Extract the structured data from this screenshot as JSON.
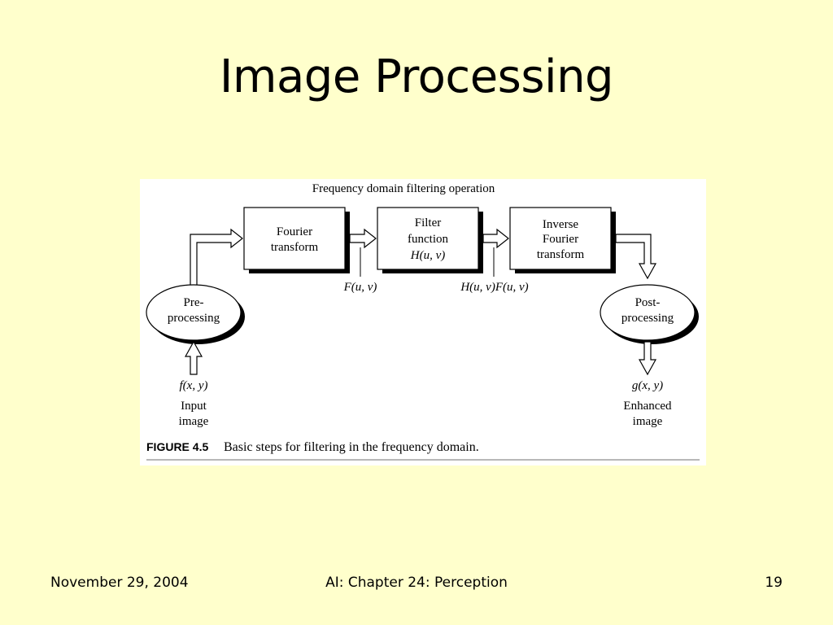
{
  "slide": {
    "title": "Image Processing"
  },
  "figure": {
    "header": "Frequency domain filtering operation",
    "blocks": {
      "fourier": [
        "Fourier",
        "transform"
      ],
      "filter": [
        "Filter",
        "function",
        "H(u, v)"
      ],
      "inverse": [
        "Inverse",
        "Fourier",
        "transform"
      ]
    },
    "nodes": {
      "pre": [
        "Pre-",
        "processing"
      ],
      "post": [
        "Post-",
        "processing"
      ]
    },
    "signals": {
      "f_uv": "F(u, v)",
      "hf_uv": "H(u, v)F(u, v)",
      "input_fn": "f(x, y)",
      "output_fn": "g(x, y)"
    },
    "labels": {
      "input": [
        "Input",
        "image"
      ],
      "output": [
        "Enhanced",
        "image"
      ]
    },
    "caption": {
      "label": "FIGURE 4.5",
      "text": "Basic steps for filtering in the frequency domain."
    }
  },
  "footer": {
    "date": "November 29, 2004",
    "center": "AI: Chapter 24: Perception",
    "page": "19"
  }
}
